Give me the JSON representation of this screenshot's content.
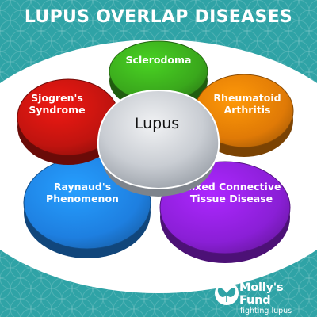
{
  "title": "LUPUS OVERLAP DISEASES",
  "center": {
    "label": "Lupus"
  },
  "petals": [
    {
      "id": "sclerodoma",
      "lines": [
        "Sclerodoma"
      ],
      "color": "#3aa81c"
    },
    {
      "id": "rheumatoid-arthritis",
      "lines": [
        "Rheumatoid",
        "Arthritis"
      ],
      "color": "#e07a06"
    },
    {
      "id": "mixed-connective-tissue-disease",
      "lines": [
        "Mixed Connective",
        "Tissue Disease"
      ],
      "color": "#8a1fd6"
    },
    {
      "id": "raynauds-phenomenon",
      "lines": [
        "Raynaud's",
        "Phenomenon"
      ],
      "color": "#1e7fe0"
    },
    {
      "id": "sjogrens-syndrome",
      "lines": [
        "Sjogren's",
        "Syndrome"
      ],
      "color": "#c0140f"
    }
  ],
  "colors": {
    "background": "#2fa3a6",
    "ellipse": "#ffffff",
    "center_piece": "#c9cdd3"
  },
  "logo": {
    "name": "Molly's Fund",
    "tagline": "fighting lupus",
    "icon": "butterfly-icon"
  }
}
